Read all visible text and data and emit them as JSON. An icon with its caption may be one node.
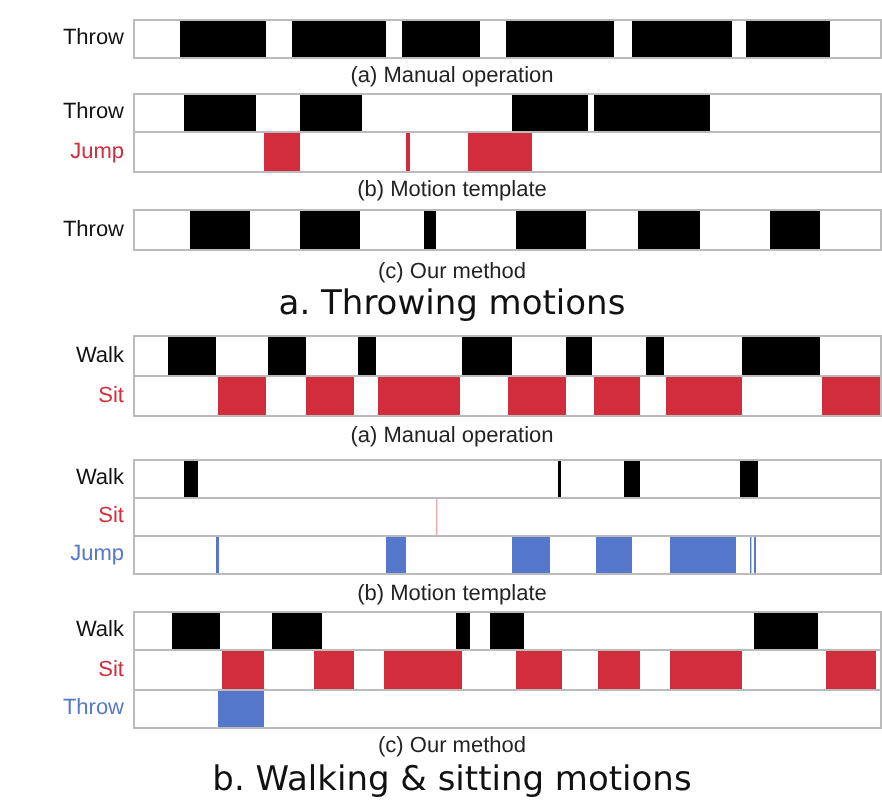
{
  "diagram": {
    "labels": [
      "Throw",
      "(a) Manual operation",
      "Throw",
      "Jump",
      "(b) Motion template",
      "Throw",
      "(c) Our method",
      "a. Throwing motions",
      "Walk",
      "Sit",
      "(a) Manual operation",
      "Walk",
      "Sit",
      "Jump",
      "(b) Motion template",
      "Walk",
      "Sit",
      "Throw",
      "(c) Our method",
      "b. Walking & sitting motions"
    ]
  }
}
